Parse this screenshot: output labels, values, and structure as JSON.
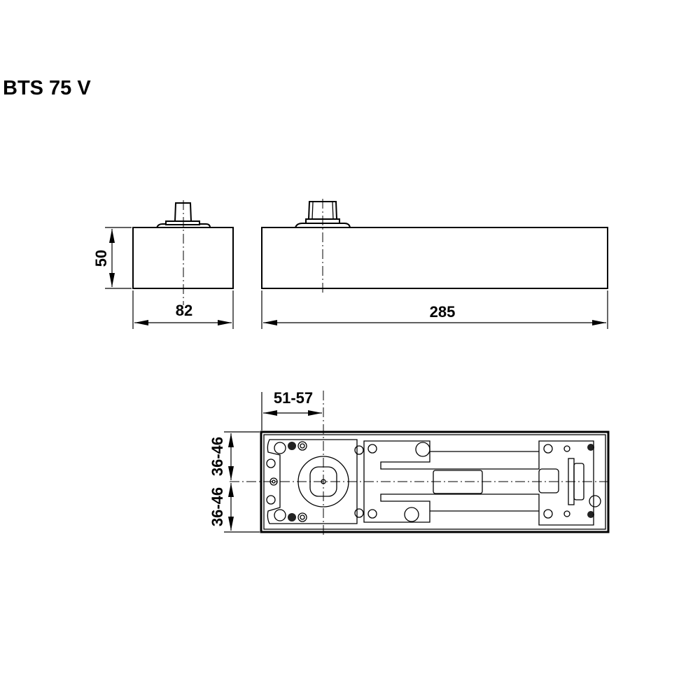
{
  "title": "BTS 75 V",
  "dimensions": {
    "height": "50",
    "width": "82",
    "length": "285",
    "spindle_offset": "51-57",
    "upper_offset": "36-46",
    "lower_offset": "36-46"
  }
}
